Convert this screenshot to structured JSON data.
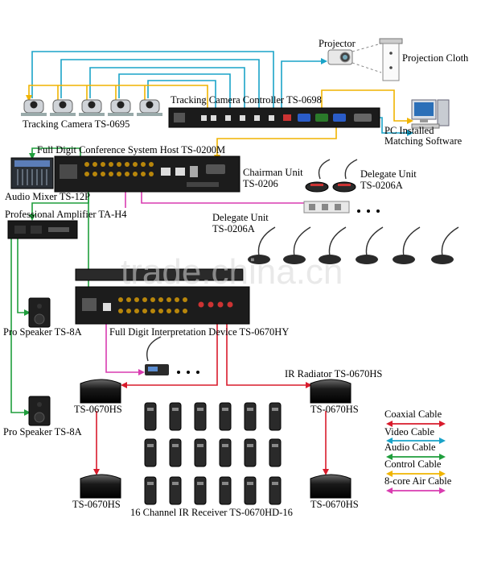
{
  "labels": {
    "projector": "Projector",
    "projection_cloth": "Projection Cloth",
    "tracking_camera_controller": "Tracking Camera Controller TS-0698",
    "tracking_camera": "Tracking Camera TS-0695",
    "pc_installed": "PC Installed",
    "matching_software": "Matching Software",
    "conference_host": "Full Digit Conference System Host TS-0200M",
    "audio_mixer": "Audio Mixer TS-12P",
    "professional_amplifier": "Professional Amplifier TA-H4",
    "chairman_unit": "Chairman Unit",
    "chairman_model": "TS-0206",
    "delegate_unit_top": "Delegate Unit",
    "delegate_model_top": "TS-0206A",
    "delegate_unit_mid": "Delegate Unit",
    "delegate_model_mid": "TS-0206A",
    "pro_speaker_1": "Pro Speaker TS-8A",
    "pro_speaker_2": "Pro Speaker TS-8A",
    "interpretation_device": "Full Digit Interpretation Device TS-0670HY",
    "ir_radiator": "IR Radiator TS-0670HS",
    "radiator_tl": "TS-0670HS",
    "radiator_tr": "TS-0670HS",
    "radiator_bl": "TS-0670HS",
    "radiator_br": "TS-0670HS",
    "ir_receiver": "16 Channel IR Receiver TS-0670HD-16",
    "watermark": "trade.china.cn"
  },
  "legend": [
    {
      "label": "Coaxial Cable",
      "color": "#d81b2c"
    },
    {
      "label": "Video Cable",
      "color": "#1aa3c8"
    },
    {
      "label": "Audio Cable",
      "color": "#1f9e3c"
    },
    {
      "label": "Control Cable",
      "color": "#f0b400"
    },
    {
      "label": "8-core Air Cable",
      "color": "#d93cb0"
    }
  ],
  "colors": {
    "coaxial": "#d81b2c",
    "video": "#1aa3c8",
    "audio": "#1f9e3c",
    "control": "#f0b400",
    "air": "#d93cb0"
  }
}
